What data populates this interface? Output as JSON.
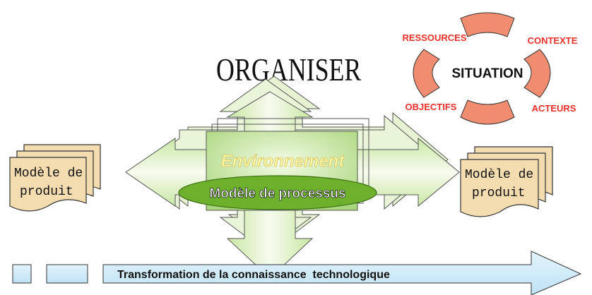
{
  "title": "ORGANISER",
  "situation": {
    "center": "SITUATION",
    "ressources": "RESSOURCES",
    "contexte": "CONTEXTE",
    "objectifs": "OBJECTIFS",
    "acteurs": "ACTEURS"
  },
  "left_doc": {
    "line1": "Modèle de",
    "line2": "produit"
  },
  "right_doc": {
    "line1": "Modèle de",
    "line2": "produit"
  },
  "environment": "Environnement",
  "process": "Modèle de processus",
  "bottom_arrow": "Transformation de la connaissance  technologique",
  "colors": {
    "salmon": "#f08c70",
    "red_label": "#e8312a",
    "doc_fill": "#f3ddb0",
    "green_light": "#e8f5d2",
    "green_mid": "#b9e089",
    "ellipse": "#6db02c",
    "env_text": "#fff6a8",
    "blue_arrow": "#cfe9f7"
  }
}
